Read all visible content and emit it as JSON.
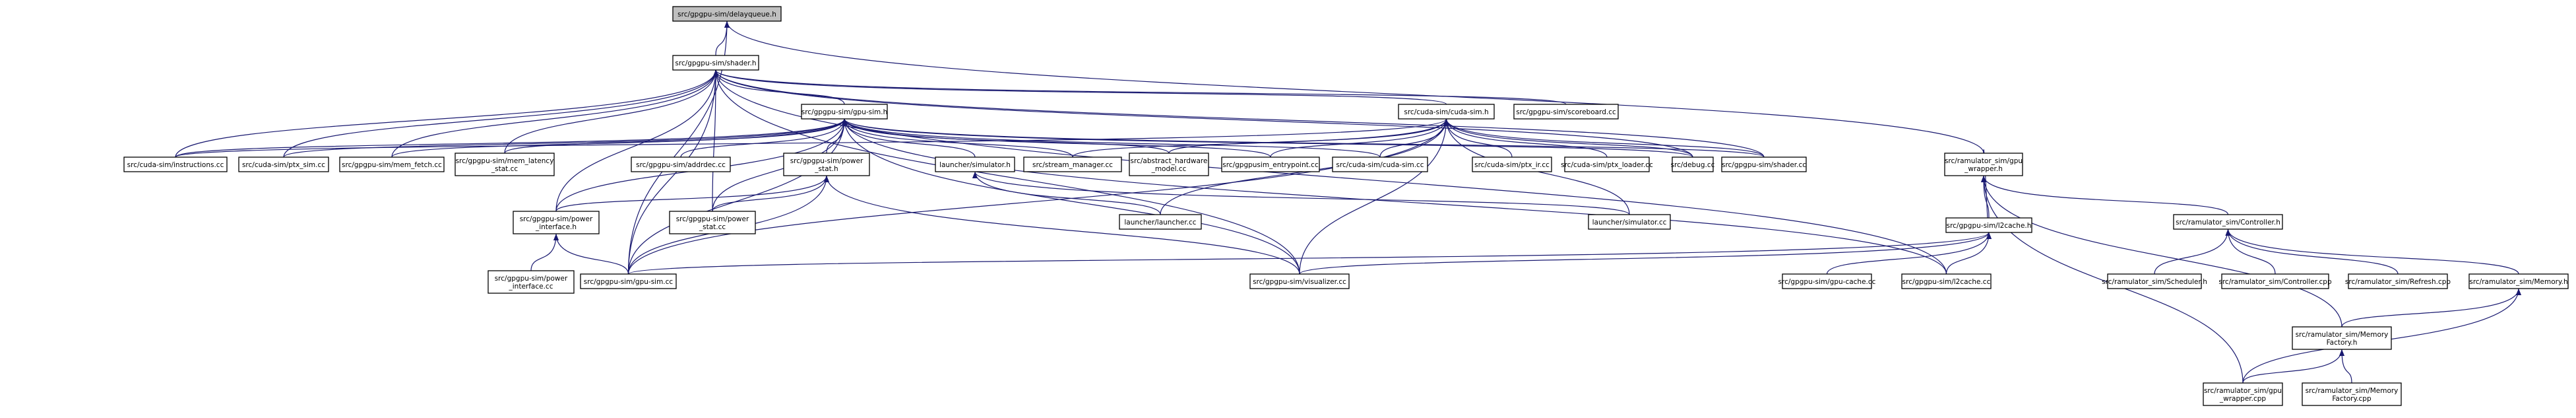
{
  "graph": {
    "title": "",
    "edge_color": "#191970",
    "root_fill": "#bfbfbf",
    "nodes": [
      {
        "id": "root",
        "lines": [
          "src/gpgpu-sim/delayqueue.h"
        ]
      },
      {
        "id": "shader_h",
        "lines": [
          "src/gpgpu-sim/shader.h"
        ]
      },
      {
        "id": "gpu_sim_h",
        "lines": [
          "src/gpgpu-sim/gpu-sim.h"
        ]
      },
      {
        "id": "cuda_sim_h",
        "lines": [
          "src/cuda-sim/cuda-sim.h"
        ]
      },
      {
        "id": "scoreboard_cc",
        "lines": [
          "src/gpgpu-sim/scoreboard.cc"
        ]
      },
      {
        "id": "dram_wrapper_h",
        "lines": [
          "src/ramulator_sim/gpu",
          "_wrapper.h"
        ]
      },
      {
        "id": "instructions_cc",
        "lines": [
          "src/cuda-sim/instructions.cc"
        ]
      },
      {
        "id": "ptx_sim_cc",
        "lines": [
          "src/cuda-sim/ptx_sim.cc"
        ]
      },
      {
        "id": "mem_fetch_cc",
        "lines": [
          "src/gpgpu-sim/mem_fetch.cc"
        ]
      },
      {
        "id": "mem_latency_stat_cc",
        "lines": [
          "src/gpgpu-sim/mem_latency",
          "_stat.cc"
        ]
      },
      {
        "id": "addrdec_cc",
        "lines": [
          "src/gpgpu-sim/addrdec.cc"
        ]
      },
      {
        "id": "power_stat_h",
        "lines": [
          "src/gpgpu-sim/power",
          "_stat.h"
        ]
      },
      {
        "id": "simulator_h",
        "lines": [
          "launcher/simulator.h"
        ]
      },
      {
        "id": "stream_manager_cc",
        "lines": [
          "src/stream_manager.cc"
        ]
      },
      {
        "id": "abstract_hardware_model_cc",
        "lines": [
          "src/abstract_hardware",
          "_model.cc"
        ]
      },
      {
        "id": "entrypoint_cc",
        "lines": [
          "src/gpgpusim_entrypoint.cc"
        ]
      },
      {
        "id": "cuda_sim_cc",
        "lines": [
          "src/cuda-sim/cuda-sim.cc"
        ]
      },
      {
        "id": "ptx_ir_cc",
        "lines": [
          "src/cuda-sim/ptx_ir.cc"
        ]
      },
      {
        "id": "ptx_loader_cc",
        "lines": [
          "src/cuda-sim/ptx_loader.cc"
        ]
      },
      {
        "id": "debug_cc",
        "lines": [
          "src/debug.cc"
        ]
      },
      {
        "id": "shader_cc",
        "lines": [
          "src/gpgpu-sim/shader.cc"
        ]
      },
      {
        "id": "power_interface_h",
        "lines": [
          "src/gpgpu-sim/power",
          "_interface.h"
        ]
      },
      {
        "id": "power_stat_cc",
        "lines": [
          "src/gpgpu-sim/power",
          "_stat.cc"
        ]
      },
      {
        "id": "launcher_cc",
        "lines": [
          "launcher/launcher.cc"
        ]
      },
      {
        "id": "simulator_cc",
        "lines": [
          "launcher/simulator.cc"
        ]
      },
      {
        "id": "l2cache_h",
        "lines": [
          "src/gpgpu-sim/l2cache.h"
        ]
      },
      {
        "id": "power_interface_cc",
        "lines": [
          "src/gpgpu-sim/power",
          "_interface.cc"
        ]
      },
      {
        "id": "gpu_sim_cc",
        "lines": [
          "src/gpgpu-sim/gpu-sim.cc"
        ]
      },
      {
        "id": "visualizer_cc",
        "lines": [
          "src/gpgpu-sim/visualizer.cc"
        ]
      },
      {
        "id": "gpu_cache_cc",
        "lines": [
          "src/gpgpu-sim/gpu-cache.cc"
        ]
      },
      {
        "id": "l2cache_cc",
        "lines": [
          "src/gpgpu-sim/l2cache.cc"
        ]
      },
      {
        "id": "controller_h",
        "lines": [
          "src/ramulator_sim/Controller.h"
        ]
      },
      {
        "id": "scheduler_h",
        "lines": [
          "src/ramulator_sim/Scheduler.h"
        ]
      },
      {
        "id": "controller_cpp",
        "lines": [
          "src/ramulator_sim/Controller.cpp"
        ]
      },
      {
        "id": "refresh_cpp",
        "lines": [
          "src/ramulator_sim/Refresh.cpp"
        ]
      },
      {
        "id": "memory_h",
        "lines": [
          "src/ramulator_sim/Memory.h"
        ]
      },
      {
        "id": "memory_factory_h",
        "lines": [
          "src/ramulator_sim/Memory",
          "Factory.h"
        ]
      },
      {
        "id": "gpu_wrapper_cpp",
        "lines": [
          "src/ramulator_sim/gpu",
          "_wrapper.cpp"
        ]
      },
      {
        "id": "memory_factory_cpp",
        "lines": [
          "src/ramulator_sim/Memory",
          "Factory.cpp"
        ]
      }
    ]
  }
}
